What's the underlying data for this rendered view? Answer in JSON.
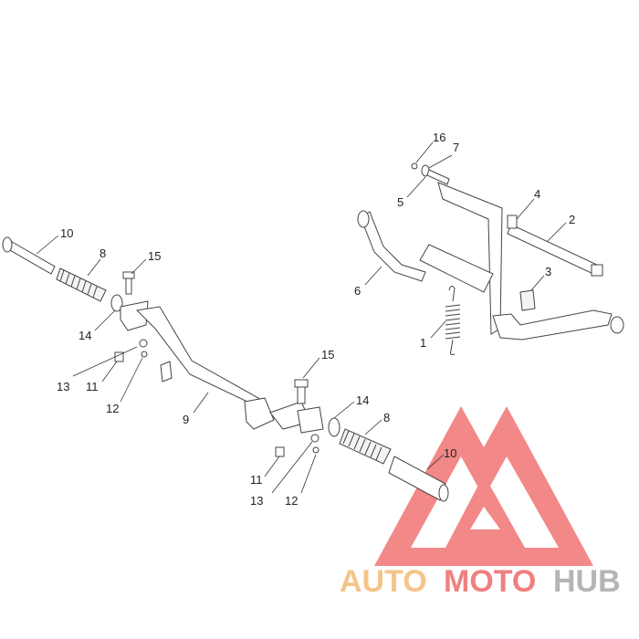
{
  "callouts": {
    "n1": "1",
    "n2": "2",
    "n3": "3",
    "n4": "4",
    "n5": "5",
    "n6": "6",
    "n7": "7",
    "n8a": "8",
    "n8b": "8",
    "n9": "9",
    "n10a": "10",
    "n10b": "10",
    "n11a": "11",
    "n11b": "11",
    "n12a": "12",
    "n12b": "12",
    "n13a": "13",
    "n13b": "13",
    "n14a": "14",
    "n14b": "14",
    "n15a": "15",
    "n15b": "15",
    "n16": "16"
  },
  "watermark": {
    "part1": "AUTO",
    "part2": "MOTO",
    "part3": "HUB",
    "color1": "#f5c48a",
    "color2": "#f08080",
    "color3": "#b5b5b5",
    "logo_color": "#f06b6b"
  }
}
